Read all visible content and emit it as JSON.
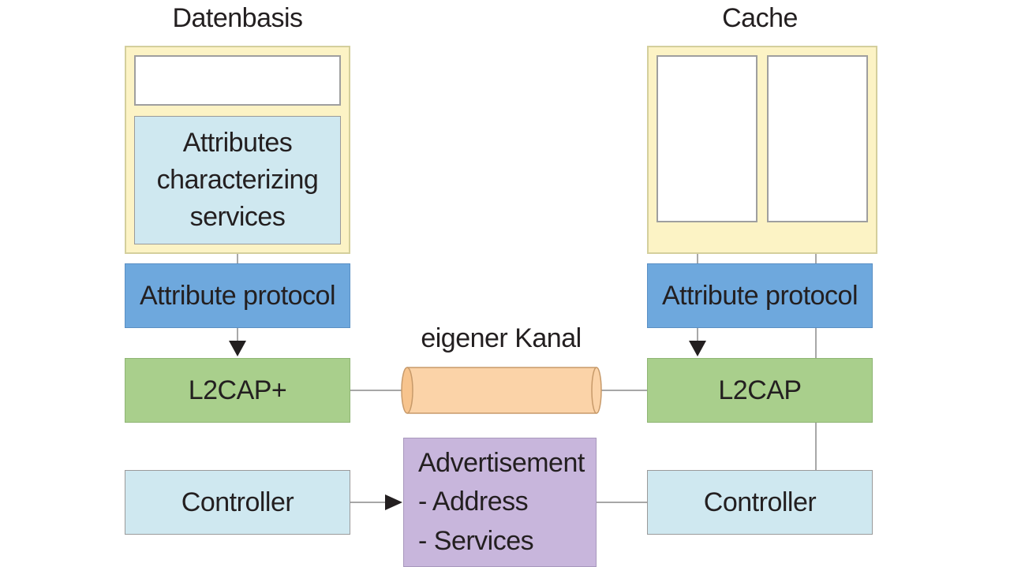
{
  "titles": {
    "left": "Datenbasis",
    "right": "Cache",
    "channel": "eigener Kanal"
  },
  "left": {
    "attributes_box": "Attributes\ncharacterizing\nservices",
    "attribute_protocol": "Attribute protocol",
    "l2cap": "L2CAP+",
    "controller": "Controller"
  },
  "right": {
    "attribute_protocol": "Attribute protocol",
    "l2cap": "L2CAP",
    "controller": "Controller"
  },
  "advertisement": {
    "text": "Advertisement\n- Address\n- Services"
  },
  "colors": {
    "outer_frame": "#fcf3c5",
    "light_blue": "#cfe8f0",
    "blue": "#6ea8dd",
    "green": "#a9cf8c",
    "purple": "#c8b6dc",
    "channel": "#fbd3a8"
  }
}
